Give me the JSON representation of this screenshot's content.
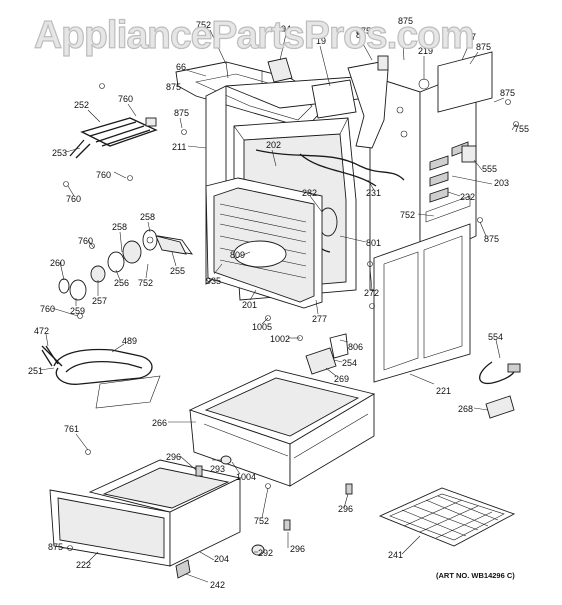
{
  "watermark": "AppliancePartsPros.com",
  "art_no": "(ART NO. WB14296 C)",
  "callouts": [
    "752",
    "94",
    "875",
    "875",
    "875",
    "219",
    "17",
    "66",
    "19",
    "82",
    "875",
    "875",
    "252",
    "760",
    "875",
    "755",
    "211",
    "555",
    "203",
    "253",
    "202",
    "760",
    "231",
    "760",
    "232",
    "282",
    "752",
    "875",
    "760",
    "258",
    "258",
    "801",
    "260",
    "809",
    "935",
    "255",
    "257",
    "256",
    "752",
    "272",
    "259",
    "201",
    "760",
    "1005",
    "277",
    "1002",
    "806",
    "472",
    "489",
    "554",
    "254",
    "251",
    "269",
    "221",
    "268",
    "266",
    "761",
    "296",
    "293",
    "1004",
    "296",
    "752",
    "875",
    "292",
    "296",
    "222",
    "204",
    "241",
    "242"
  ]
}
